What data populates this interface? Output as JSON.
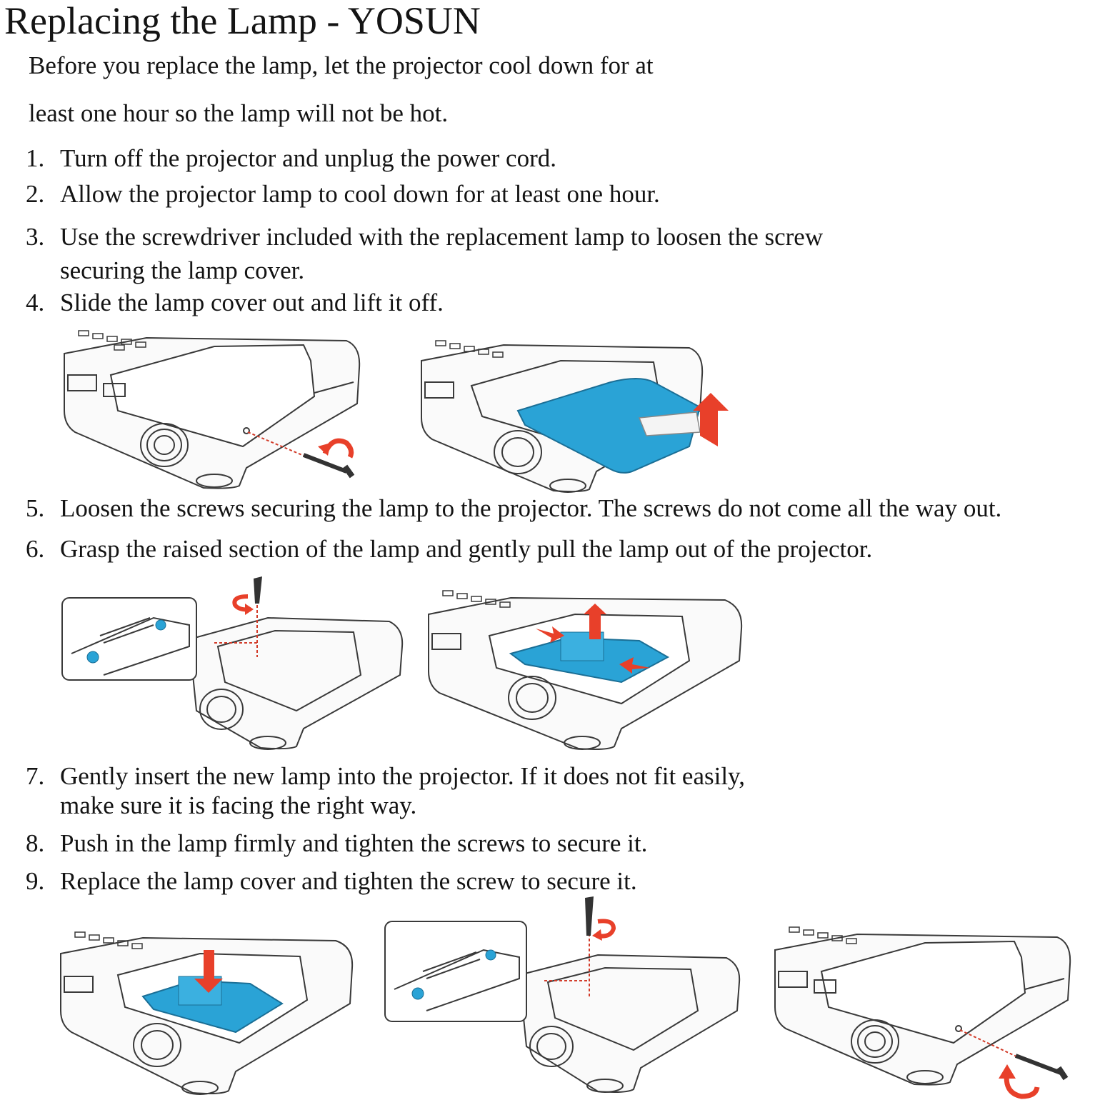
{
  "title": "Replacing the Lamp - YOSUN",
  "intro": {
    "line1": "Before you replace the lamp, let the projector cool down for at",
    "line2": "least one hour so the lamp will not be hot."
  },
  "steps": [
    {
      "num": "1.",
      "lines": [
        "Turn off the projector and unplug the power cord."
      ]
    },
    {
      "num": "2.",
      "lines": [
        "Allow the projector lamp to cool down for at least one hour."
      ]
    },
    {
      "num": "3.",
      "lines": [
        "Use the screwdriver included with the replacement lamp to loosen the screw",
        "securing the lamp cover."
      ]
    },
    {
      "num": "4.",
      "lines": [
        "Slide the lamp cover out and lift it off."
      ]
    },
    {
      "num": "5.",
      "lines": [
        "Loosen the screws securing the lamp to the projector. The screws do not come all the way out."
      ]
    },
    {
      "num": "6.",
      "lines": [
        "Grasp the raised section of the lamp and gently pull the lamp out of the projector."
      ]
    },
    {
      "num": "7.",
      "lines": [
        "Gently insert the new lamp into the projector. If it does not fit easily,",
        "make sure it is facing the right way."
      ]
    },
    {
      "num": "8.",
      "lines": [
        "Push in the lamp firmly and tighten the screws to secure it."
      ]
    },
    {
      "num": "9.",
      "lines": [
        "Replace the lamp cover and tighten the screw to secure it."
      ]
    }
  ],
  "colors": {
    "lamp_blue": "#2aa3d6",
    "arrow_red": "#e8402a",
    "line": "#3a3a3a"
  },
  "figures": [
    {
      "icon": "projector-loosen-cover-screw-icon"
    },
    {
      "icon": "projector-remove-lamp-cover-icon"
    },
    {
      "icon": "projector-loosen-lamp-screws-icon"
    },
    {
      "icon": "projector-pull-lamp-out-icon"
    },
    {
      "icon": "projector-insert-new-lamp-icon"
    },
    {
      "icon": "projector-tighten-lamp-screws-icon"
    },
    {
      "icon": "projector-replace-cover-icon"
    }
  ]
}
